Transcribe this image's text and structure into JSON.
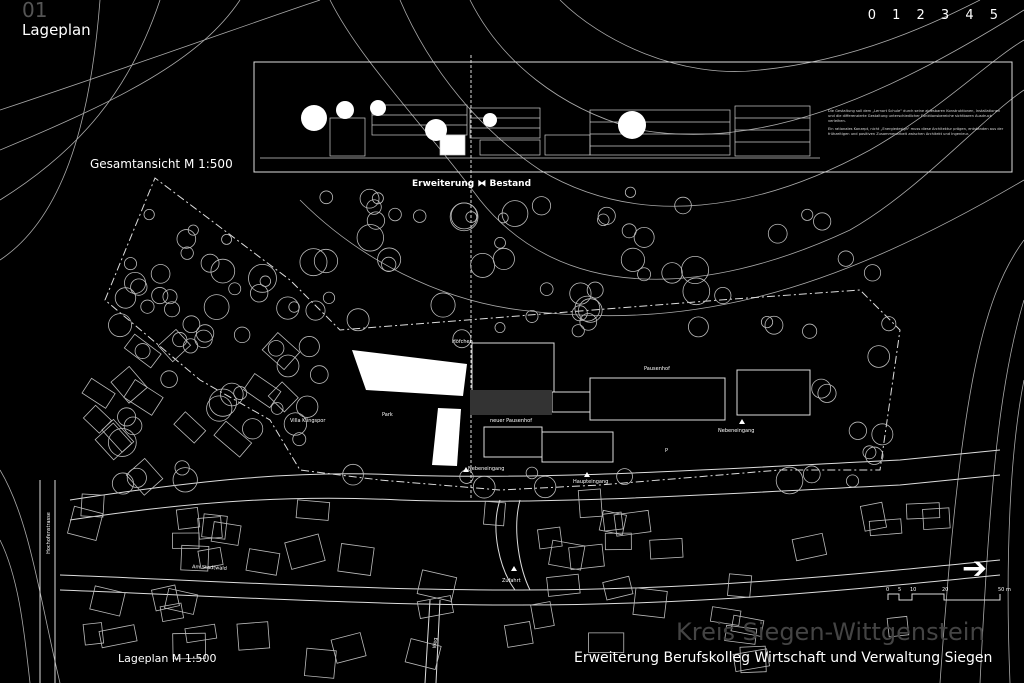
{
  "header": {
    "sheet_number": "01",
    "title": "Lageplan",
    "page_index": "0 1 2 3 4 5"
  },
  "elevation": {
    "label": "Gesamtansicht  M 1:500",
    "split_label_left": "Erweiterung",
    "split_icon": "bowtie-icon",
    "split_label_right": "Bestand",
    "paragraph_1": "Die Gestaltung soll dem „Lernort Schule“ durch seine ablesbaren Konstruktionen, Installationen und die differenzierte Gestaltung unterschiedlicher Funktionsbereiche sichtbaren Ausdruck verleihen.",
    "paragraph_2": "Ein rationales Konzept, nicht „Energiedesign“ muss diese Architektur prägen, entstanden aus der frühzeitigen und positiven Zusammenarbeit zwischen Architekt und Ingenieur."
  },
  "plan_labels": {
    "hofchen": "Höfchen",
    "park": "Park",
    "villa": "Villa Klingspor",
    "neuer_pausenhof": "neuer Pausenhof",
    "pausenhof": "Pausenhof",
    "nebeneingang_1": "Nebeneingang",
    "nebeneingang_2": "Nebeneingang",
    "haupteingang": "Haupteingang",
    "am_stadtwald": "Am Stadtwald",
    "zufahrt": "Zufahrt",
    "weg": "Weg",
    "strasse": "Hochofenstrasse",
    "p": "P"
  },
  "scale_bar": {
    "ticks": [
      "0",
      "5",
      "10",
      "20",
      "50 m"
    ]
  },
  "footer": {
    "plan_label": "Lageplan  M 1:500",
    "client": "Kreis Siegen-Wittgenstein",
    "project": "Erweiterung Berufskolleg Wirtschaft und Verwaltung Siegen",
    "north_arrow": "➔"
  }
}
